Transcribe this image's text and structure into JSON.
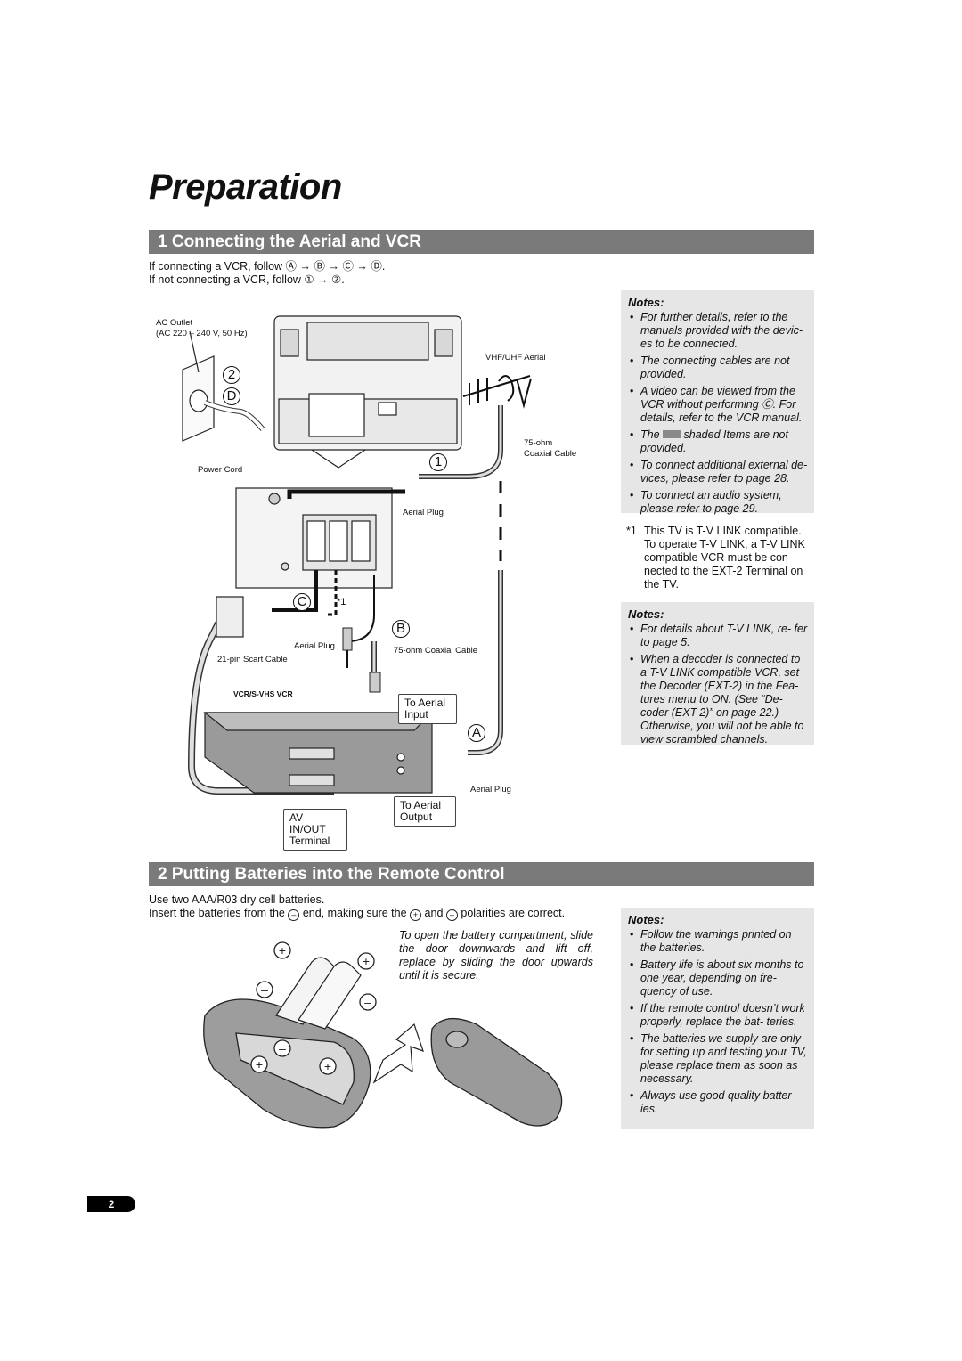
{
  "title": "Preparation",
  "section1": {
    "heading": "1  Connecting the Aerial and VCR",
    "intro_line1": "If connecting a VCR, follow Ⓐ → Ⓑ → Ⓒ → Ⓓ.",
    "intro_line2": "If not connecting a VCR, follow ① → ②."
  },
  "diagram1": {
    "ac_outlet": "AC Outlet",
    "ac_spec": "(AC 220 – 240 V, 50 Hz)",
    "power_cord": "Power Cord",
    "vhf_uhf_aerial": "VHF/UHF Aerial",
    "coax_75_line1": "75-ohm",
    "coax_75_line2": "Coaxial Cable",
    "aerial_plug_top": "Aerial Plug",
    "aerial_plug_mid": "Aerial Plug",
    "aerial_plug_bottom": "Aerial Plug",
    "coax_75_mid": "75-ohm Coaxial Cable",
    "scart_cable": "21-pin Scart Cable",
    "vcr_label": "VCR/S-VHS VCR",
    "to_aerial_input_1": "To Aerial",
    "to_aerial_input_2": "Input",
    "to_aerial_output_1": "To Aerial",
    "to_aerial_output_2": "Output",
    "av_inout_1": "AV IN/OUT",
    "av_inout_2": "Terminal",
    "footnote_mark": "*1",
    "callout_1": "1",
    "callout_2": "2",
    "callout_A": "A",
    "callout_B": "B",
    "callout_C": "C",
    "callout_D": "D"
  },
  "notes1": {
    "heading": "Notes:",
    "items": [
      "For further details, refer to the manuals provided with the devic- es to be connected.",
      "The connecting cables are not provided.",
      "A video can be viewed from the VCR without performing Ⓒ. For details, refer to the VCR manual.",
      "shaded Items are not provided.",
      "To connect additional external de- vices, please refer to page 28.",
      "To connect an  audio system, please refer to page 29."
    ],
    "item4_prefix": "The"
  },
  "footnote1": {
    "mark": "*1",
    "text": "This TV is T-V LINK compatible. To operate T-V LINK, a T-V LINK compatible VCR must be con- nected to the EXT-2 Terminal on the TV."
  },
  "notes2": {
    "heading": "Notes:",
    "items": [
      "For details about T-V LINK, re- fer to page 5.",
      "When a decoder is connected to a T-V LINK compatible VCR, set the Decoder (EXT-2) in the Fea- tures menu to ON. (See “De- coder (EXT-2)” on page 22.) Otherwise, you will not be able to view scrambled channels."
    ]
  },
  "section2": {
    "heading": "2  Putting Batteries into the Remote Control",
    "intro_line1": "Use two AAA/R03 dry cell batteries.",
    "intro_line2a": "Insert the batteries from the",
    "intro_line2b": "end, making sure the",
    "intro_line2c": "and",
    "intro_line2d": "polarities are correct.",
    "caption": "To open the battery compartment, slide the door downwards and lift off, replace by sliding the door upwards until it is secure.",
    "minus_sym": "–",
    "plus_sym": "+"
  },
  "notes3": {
    "heading": "Notes:",
    "items": [
      "Follow the warnings printed on the batteries.",
      "Battery life is about six months to one year, depending on fre- quency of use.",
      "If the remote control doesn’t work properly, replace the bat- teries.",
      "The batteries we supply are only for setting up and testing your TV, please replace them as soon as necessary.",
      "Always use good quality batter- ies."
    ]
  },
  "page_number": "2"
}
